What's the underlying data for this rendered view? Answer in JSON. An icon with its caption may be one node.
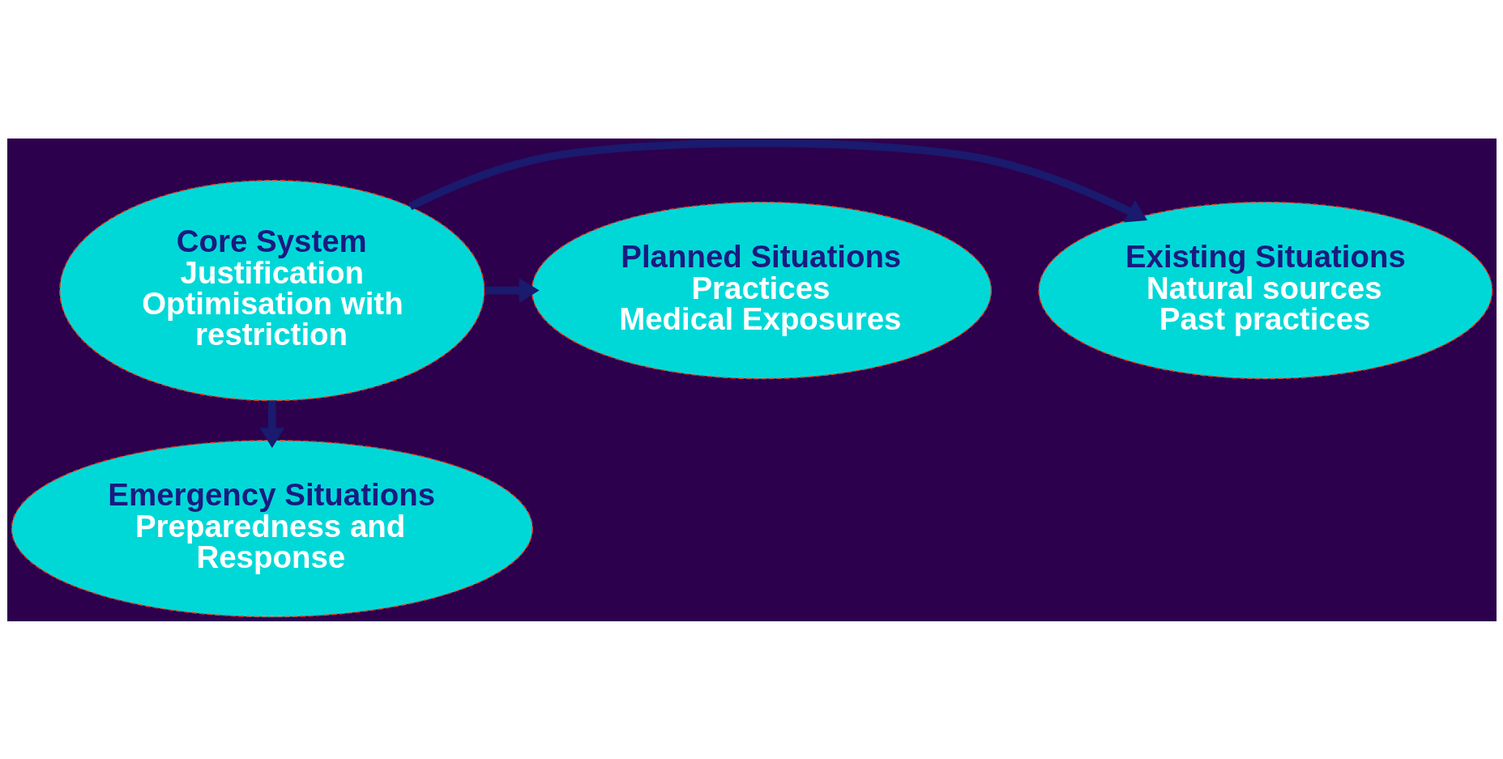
{
  "diagram": {
    "nodes": [
      {
        "text": [
          "Existing Situations",
          "Natural sources",
          "Past practices"
        ]
      },
      {
        "text": [
          "Core System",
          "Justification",
          "Optimisation with restriction"
        ]
      },
      {
        "text": [
          "Planned Situations",
          "Practices",
          "Medical Exposures"
        ]
      },
      {
        "text": [
          "Emergency Situations",
          "Preparedness and Response"
        ]
      }
    ],
    "edges": [
      {
        "from": 1,
        "to": 0,
        "arrow": "to"
      },
      {
        "from": 1,
        "to": 2,
        "arrow": "to"
      },
      {
        "from": 1,
        "to": 3,
        "arrow": "to"
      }
    ]
  }
}
